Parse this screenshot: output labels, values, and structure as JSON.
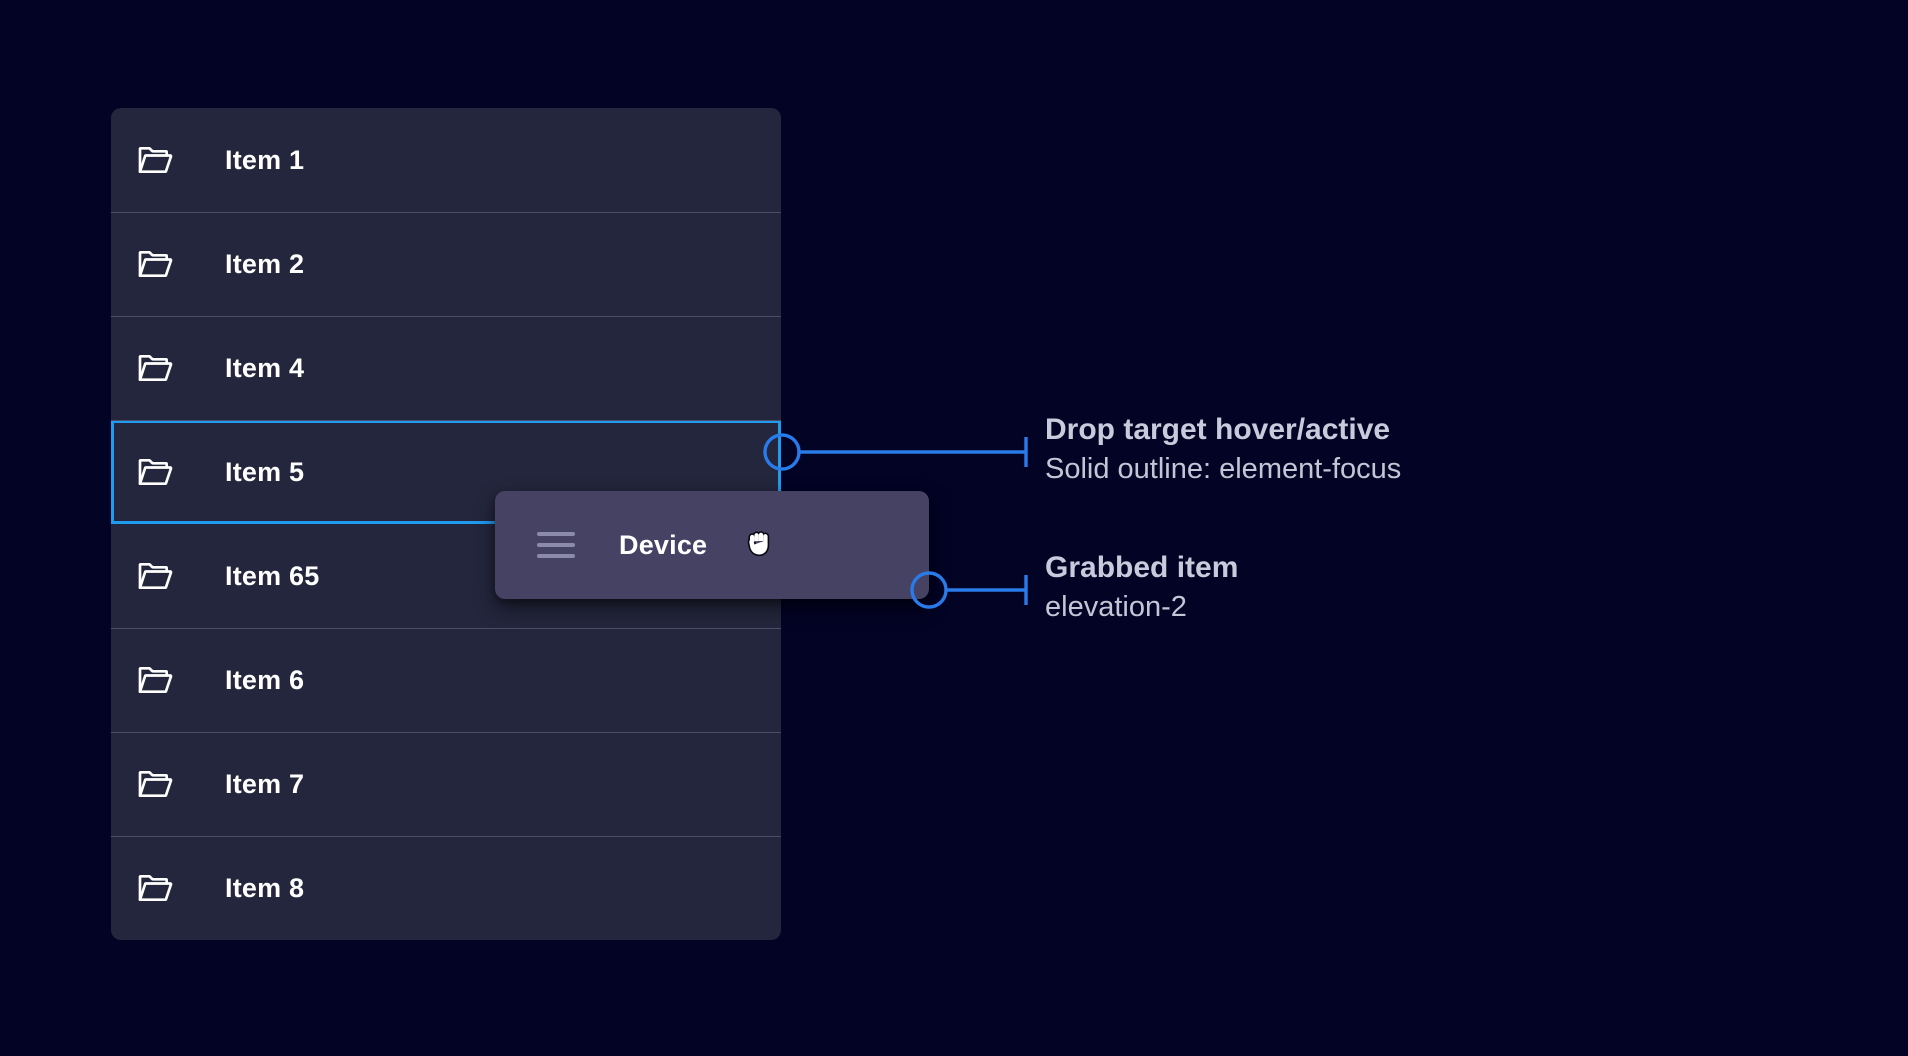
{
  "theme": {
    "page_background": "#030325",
    "list_background": "#24263d",
    "list_divider": "#4c4e69",
    "focus_outline": "#1f9cf0",
    "callout_accent": "#2a7bea",
    "grabbed_card_background": "#454263",
    "grabbed_handle": "#8d8bab",
    "label_text": "#ffffff",
    "annotation_title_text": "#c9cadb",
    "annotation_sub_text": "#c4c6d6"
  },
  "drop_list": {
    "name": "drop-target-list",
    "items": [
      {
        "label": "Item 1",
        "icon": "folder-open-icon",
        "state": "default"
      },
      {
        "label": "Item 2",
        "icon": "folder-open-icon",
        "state": "default"
      },
      {
        "label": "Item 4",
        "icon": "folder-open-icon",
        "state": "default"
      },
      {
        "label": "Item 5",
        "icon": "folder-open-icon",
        "state": "drop-target-hover-active"
      },
      {
        "label": "Item 65",
        "icon": "folder-open-icon",
        "state": "default"
      },
      {
        "label": "Item 6",
        "icon": "folder-open-icon",
        "state": "default"
      },
      {
        "label": "Item 7",
        "icon": "folder-open-icon",
        "state": "default"
      },
      {
        "label": "Item 8",
        "icon": "folder-open-icon",
        "state": "default"
      }
    ]
  },
  "grabbed_card": {
    "label": "Device",
    "handle_icon": "drag-handle-icon",
    "cursor_icon": "grabbing-hand-cursor"
  },
  "callouts": [
    {
      "id": "drop-target-callout",
      "title": "Drop target hover/active",
      "subtitle": "Solid outline: element-focus"
    },
    {
      "id": "grabbed-item-callout",
      "title": "Grabbed item",
      "subtitle": "elevation-2"
    }
  ]
}
